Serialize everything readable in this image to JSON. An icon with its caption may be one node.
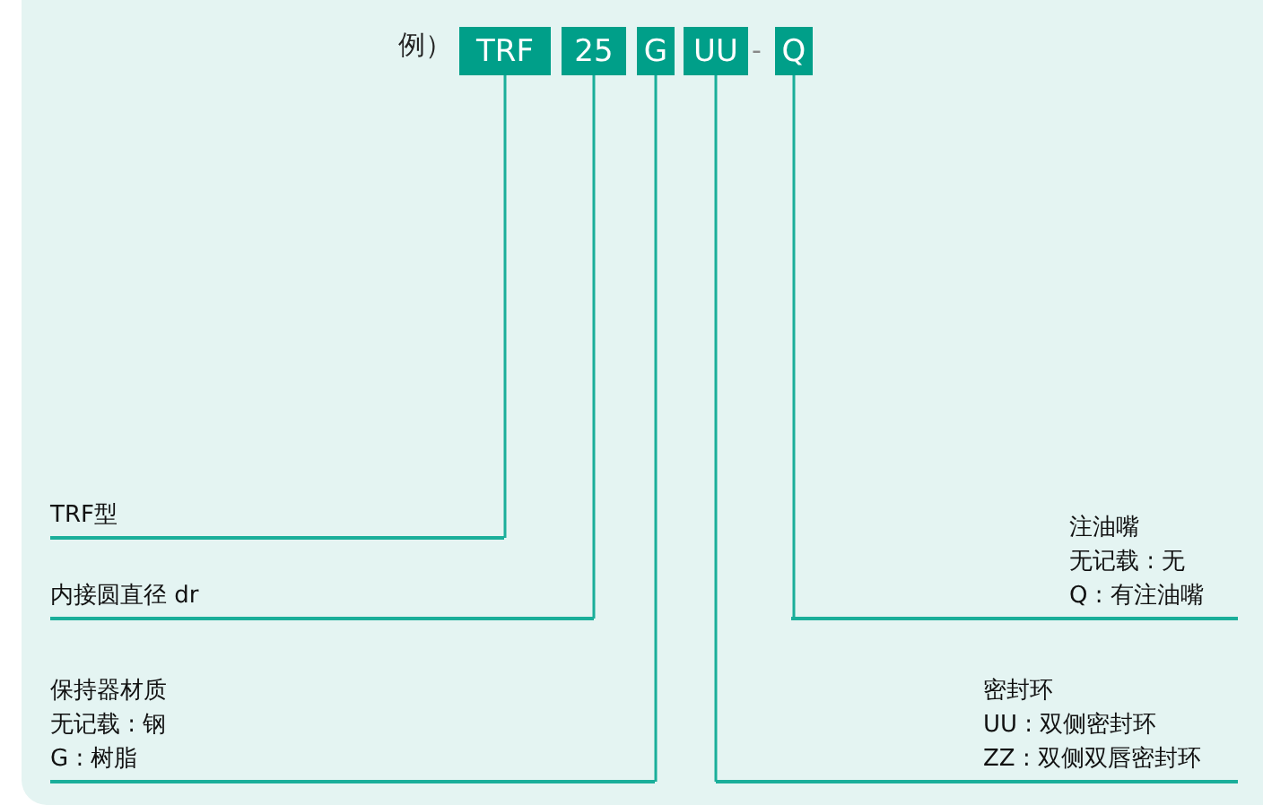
{
  "diagram": {
    "nodes": [
      {
        "text": [
          "TRF"
        ]
      },
      {
        "text": [
          "25"
        ]
      },
      {
        "text": [
          "G"
        ]
      },
      {
        "text": [
          "UU"
        ]
      },
      {
        "text": [
          "Q"
        ]
      },
      {
        "text": [
          "TRF型"
        ]
      },
      {
        "text": [
          "内接圆直径 dr"
        ]
      },
      {
        "text": [
          "保持器材质",
          "无记载 : 钢",
          "G : 树脂"
        ]
      },
      {
        "text": [
          "注油嘴",
          "无记载 : 无",
          "Q : 有注油嘴"
        ]
      },
      {
        "text": [
          "密封环",
          "UU : 双侧密封环",
          "ZZ : 双侧双唇密封环"
        ]
      }
    ],
    "edges": [
      {
        "from": 0,
        "to": 5,
        "arrow": "none"
      },
      {
        "from": 1,
        "to": 6,
        "arrow": "none"
      },
      {
        "from": 2,
        "to": 7,
        "arrow": "none"
      },
      {
        "from": 3,
        "to": 9,
        "arrow": "none"
      },
      {
        "from": 4,
        "to": 8,
        "arrow": "none"
      }
    ],
    "labels": [
      "例）",
      "-"
    ]
  }
}
